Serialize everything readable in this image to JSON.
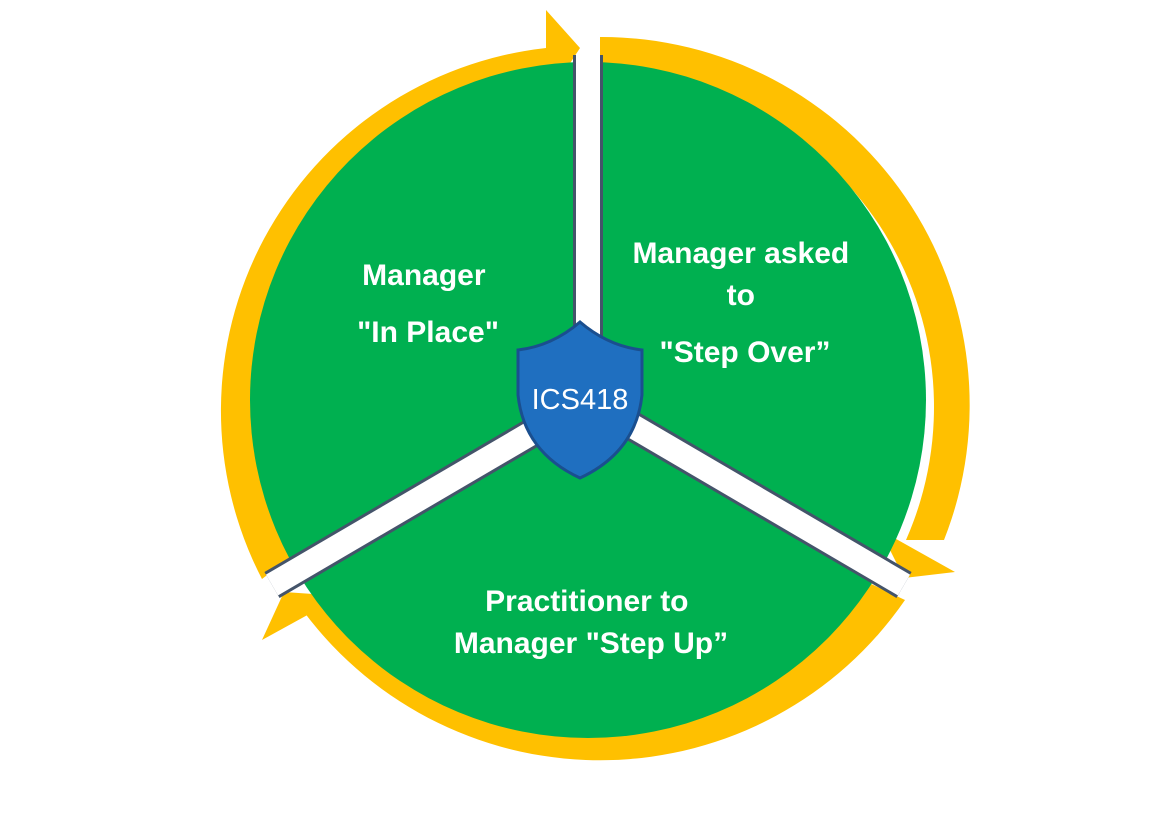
{
  "diagram": {
    "segments": [
      {
        "id": "in-place",
        "lines": [
          "Manager",
          "\"In Place\""
        ]
      },
      {
        "id": "step-over",
        "lines": [
          "Manager asked",
          "to",
          "\"Step Over”"
        ]
      },
      {
        "id": "step-up",
        "lines": [
          "Practitioner to",
          "Manager \"Step Up”"
        ]
      }
    ],
    "center_badge": {
      "label": "ICS418"
    },
    "colors": {
      "segment_fill": "#00b050",
      "arrow_ring": "#ffc000",
      "divider": "#ffffff",
      "divider_edge": "#44546a",
      "badge_fill": "#1f6fc0",
      "badge_edge": "#1a4f8f",
      "text": "#ffffff"
    }
  }
}
